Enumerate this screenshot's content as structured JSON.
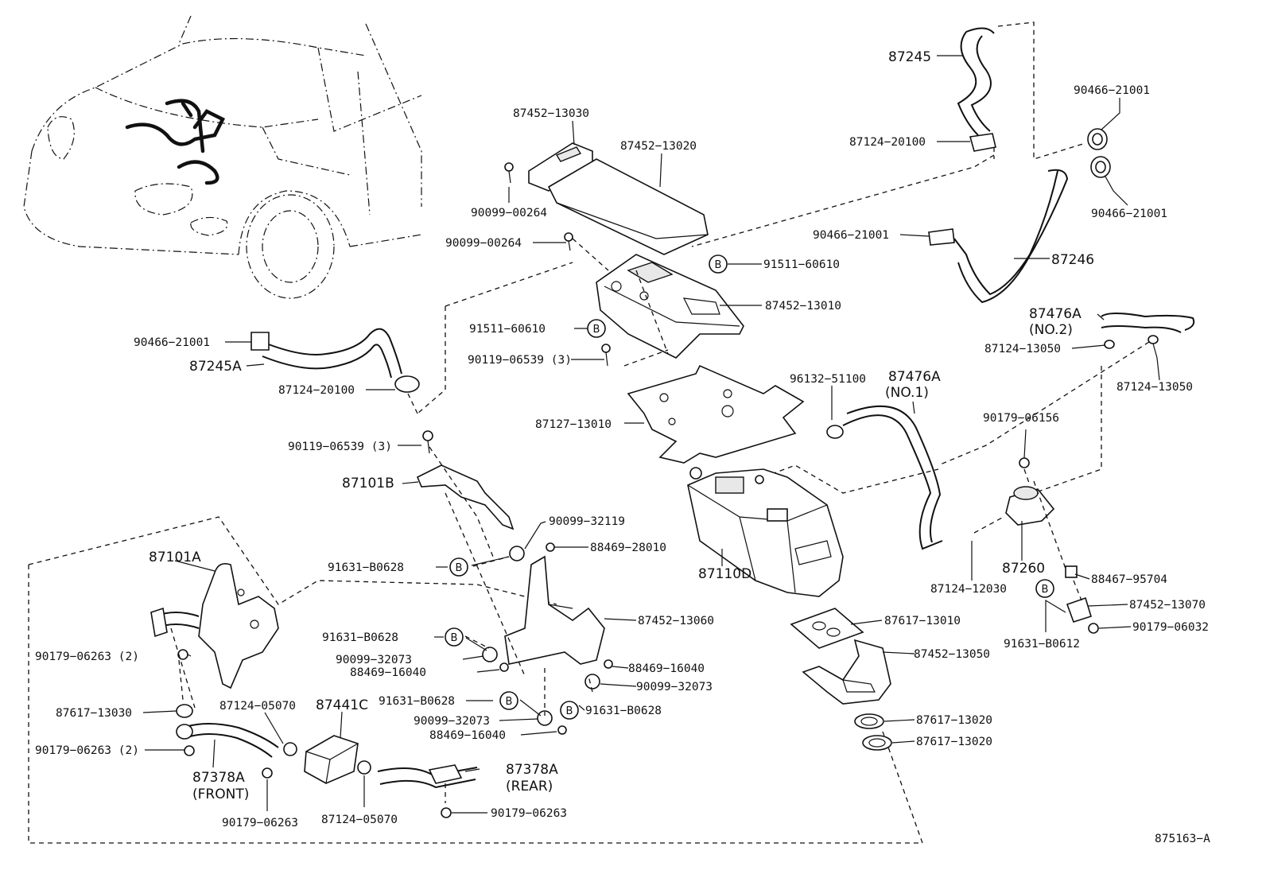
{
  "diagram": {
    "figure_code": "875163−A",
    "labels": {
      "l87245": "87245",
      "l90466_a": "90466−21001",
      "l87124_20100_a": "87124−20100",
      "l90466_b": "90466−21001",
      "l90466_c": "90466−21001",
      "l87246": "87246",
      "l87452_13030": "87452−13030",
      "l87452_13020": "87452−13020",
      "l90099_00264_a": "90099−00264",
      "l90099_00264_b": "90099−00264",
      "l91511_a": "91511−60610",
      "l87452_13010": "87452−13010",
      "l91511_b": "91511−60610",
      "l90119_a": "90119−06539 (3)",
      "l90466_d": "90466−21001",
      "l87245A": "87245A",
      "l87124_20100_b": "87124−20100",
      "l87476A_2": "87476A",
      "l87476A_2_sub": "(NO.2)",
      "l87124_13050_a": "87124−13050",
      "l87124_13050_b": "87124−13050",
      "l96132": "96132−51100",
      "l87476A_1": "87476A",
      "l87476A_1_sub": "(NO.1)",
      "l87127": "87127−13010",
      "l90119_b": "90119−06539 (3)",
      "l90179_06156": "90179−06156",
      "l87101B": "87101B",
      "l90099_32119": "90099−32119",
      "l88469_28010": "88469−28010",
      "l91631_a": "91631−B0628",
      "l87101A": "87101A",
      "l87110D": "87110D",
      "l87260": "87260",
      "l88467": "88467−95704",
      "l87124_12030": "87124−12030",
      "l87452_13060": "87452−13060",
      "l87617_13010": "87617−13010",
      "l87452_13070": "87452−13070",
      "l91631_b": "91631−B0628",
      "l90179_06032": "90179−06032",
      "l91631_B0612": "91631−B0612",
      "l90099_32073_a": "90099−32073",
      "l88469_16040_a": "88469−16040",
      "l87452_13050": "87452−13050",
      "l90179_06263_2a": "90179−06263 (2)",
      "l88469_16040_b": "88469−16040",
      "l90099_32073_b": "90099−32073",
      "l87124_05070_a": "87124−05070",
      "l87441C": "87441C",
      "l87617_13030": "87617−13030",
      "l91631_c": "91631−B0628",
      "l91631_d": "91631−B0628",
      "l90099_32073_c": "90099−32073",
      "l88469_16040_c": "88469−16040",
      "l87617_13020_a": "87617−13020",
      "l87617_13020_b": "87617−13020",
      "l90179_06263_2b": "90179−06263 (2)",
      "l87378A_F": "87378A",
      "l87378A_F_sub": "(FRONT)",
      "l87378A_R": "87378A",
      "l87378A_R_sub": "(REAR)",
      "l90179_06263_a": "90179−06263",
      "l87124_05070_b": "87124−05070",
      "l90179_06263_b": "90179−06263"
    },
    "callout_letter": "B"
  }
}
